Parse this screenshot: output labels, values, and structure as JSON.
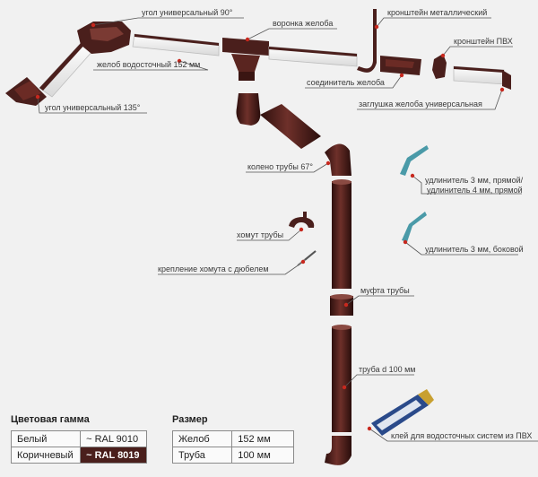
{
  "labels": {
    "corner90": "угол универсальный 90°",
    "funnel": "воронка желоба",
    "bracket_metal": "кронштейн металлический",
    "bracket_pvc": "кронштейн ПВХ",
    "gutter": "желоб водосточный 152 мм",
    "connector": "соединитель желоба",
    "endcap": "заглушка желоба универсальная",
    "corner135": "угол универсальный 135°",
    "elbow67": "колено трубы 67°",
    "extender_straight": "удлинитель 3 мм, прямой/ удлинитель 4 мм, прямой",
    "clamp": "хомут трубы",
    "extender_side": "удлинитель 3 мм, боковой",
    "clamp_anchor": "крепление хомута с дюбелем",
    "coupling": "муфта трубы",
    "pipe": "труба d 100 мм",
    "glue": "клей для водосточных систем из ПВХ"
  },
  "color_table": {
    "title": "Цветовая гамма",
    "rows": [
      {
        "name": "Белый",
        "value": "~ RAL 9010"
      },
      {
        "name": "Коричневый",
        "value": "~ RAL 8019"
      }
    ]
  },
  "size_table": {
    "title": "Размер",
    "rows": [
      {
        "name": "Желоб",
        "value": "152 мм"
      },
      {
        "name": "Труба",
        "value": "100 мм"
      }
    ]
  },
  "colors": {
    "brown": "#4a1f1c",
    "brown_highlight": "#7a3a33",
    "white": "#ffffff",
    "leader_red": "#c8281e"
  }
}
